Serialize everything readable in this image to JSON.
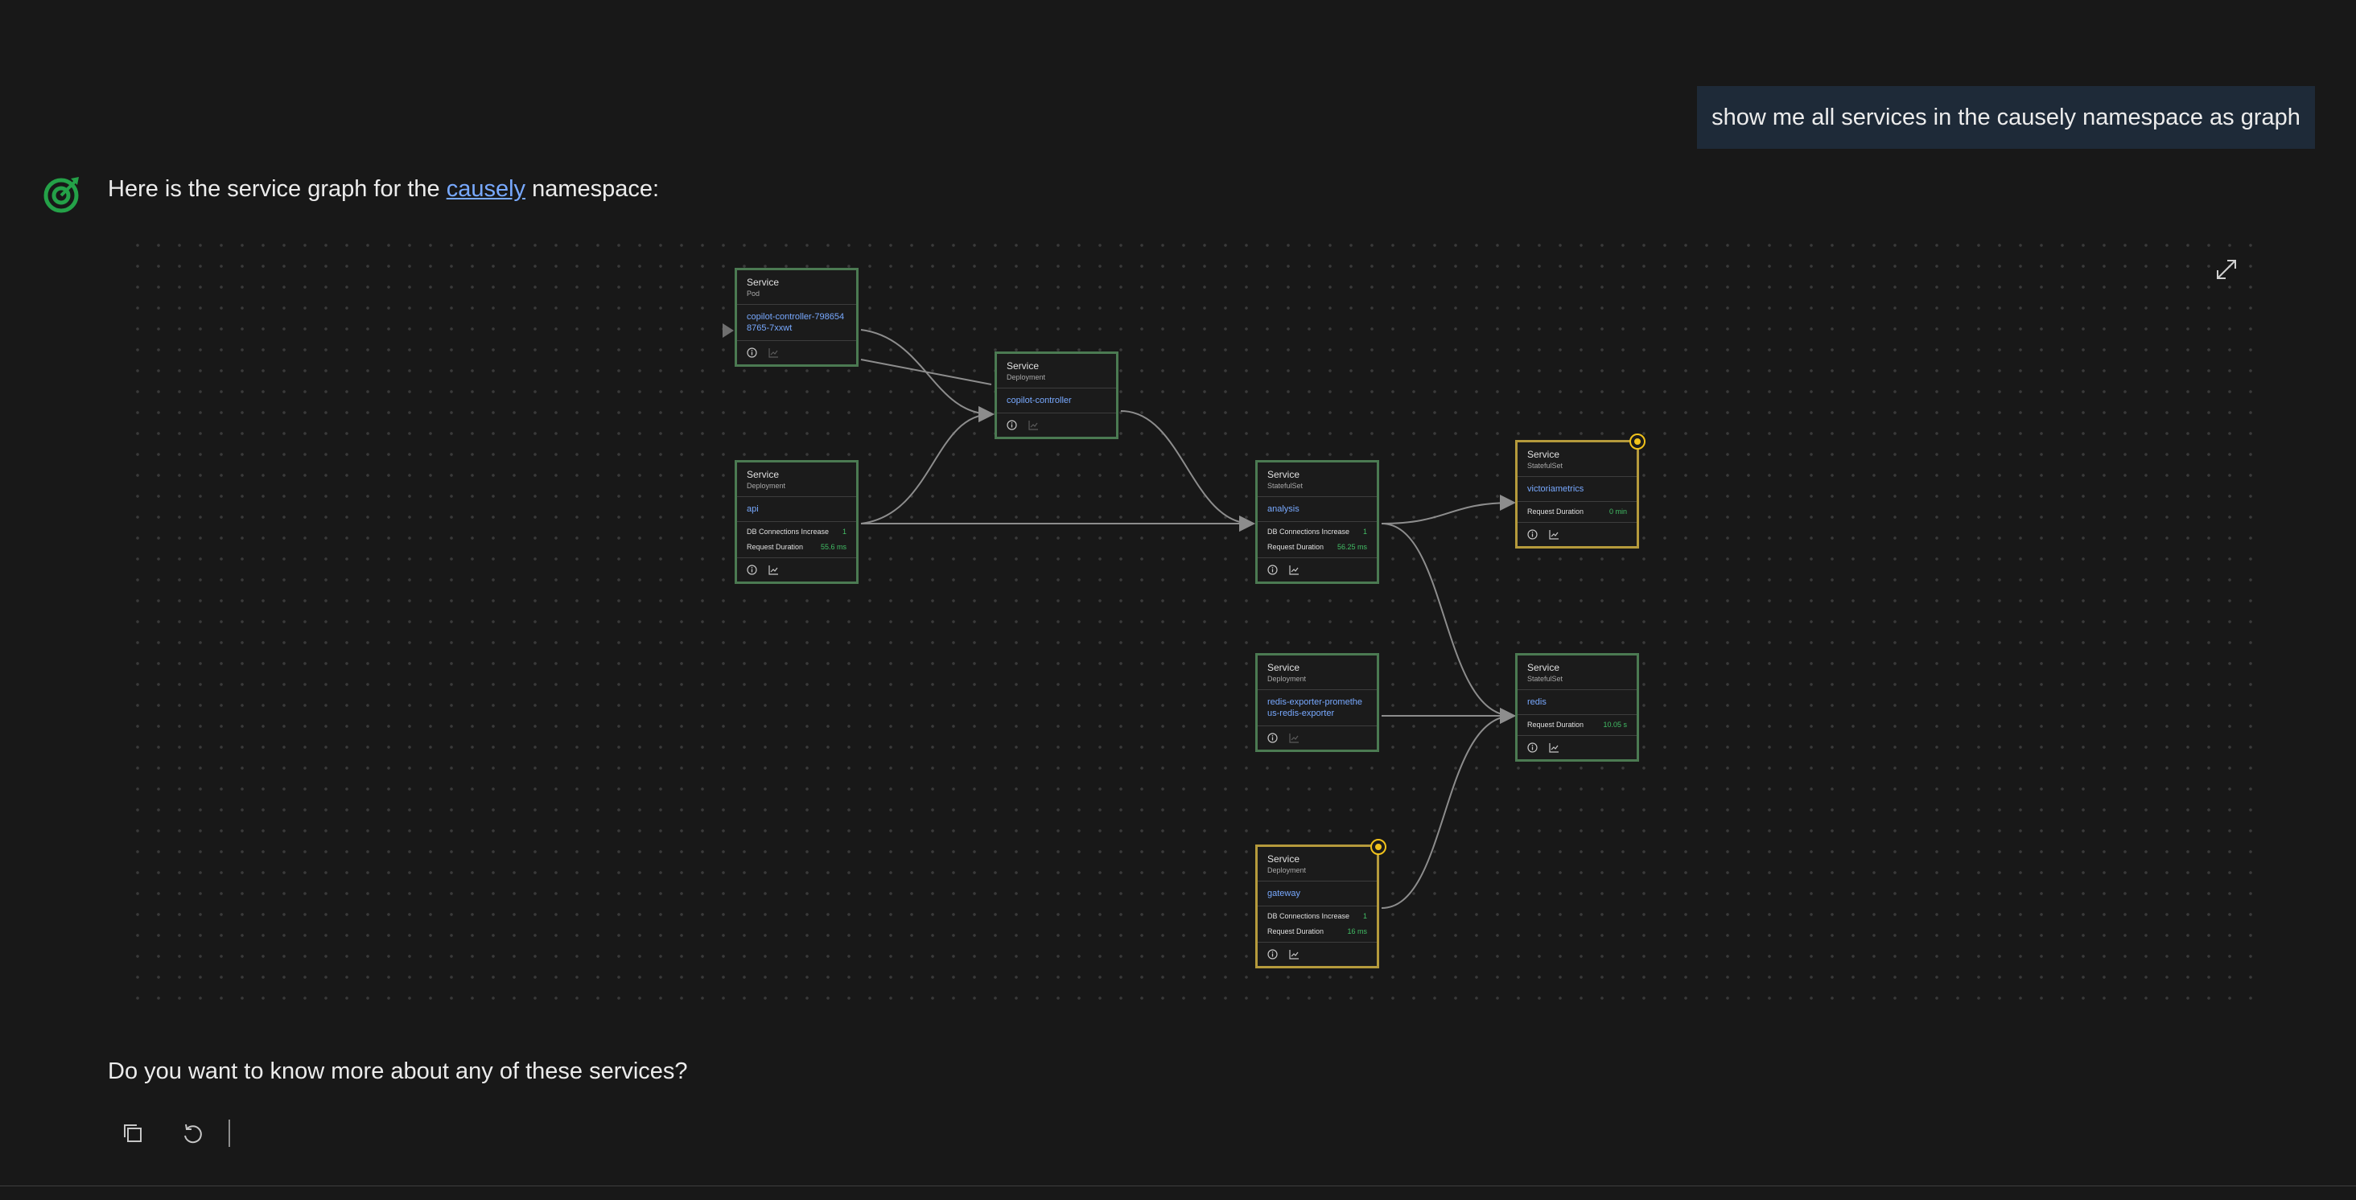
{
  "user_message": "show me all services in the causely namespace as graph",
  "assistant": {
    "intro_prefix": "Here is the service graph for the ",
    "namespace_link": "causely",
    "intro_suffix": " namespace:",
    "followup": "Do you want to know more about any of these services?"
  },
  "graph": {
    "nodes": {
      "copilot_controller_pod": {
        "kind": "Service",
        "subkind": "Pod",
        "name": "copilot-controller-7986548765-7xxwt",
        "metrics": []
      },
      "copilot_controller": {
        "kind": "Service",
        "subkind": "Deployment",
        "name": "copilot-controller",
        "metrics": []
      },
      "api": {
        "kind": "Service",
        "subkind": "Deployment",
        "name": "api",
        "metrics": [
          {
            "label": "DB Connections Increase",
            "value": "1"
          },
          {
            "label": "Request Duration",
            "value": "55.6 ms"
          }
        ]
      },
      "analysis": {
        "kind": "Service",
        "subkind": "StatefulSet",
        "name": "analysis",
        "metrics": [
          {
            "label": "DB Connections Increase",
            "value": "1"
          },
          {
            "label": "Request Duration",
            "value": "56.25 ms"
          }
        ]
      },
      "victoriametrics": {
        "kind": "Service",
        "subkind": "StatefulSet",
        "name": "victoriametrics",
        "metrics": [
          {
            "label": "Request Duration",
            "value": "0 min"
          }
        ]
      },
      "redis_exporter": {
        "kind": "Service",
        "subkind": "Deployment",
        "name": "redis-exporter-prometheus-redis-exporter",
        "metrics": []
      },
      "redis": {
        "kind": "Service",
        "subkind": "StatefulSet",
        "name": "redis",
        "metrics": [
          {
            "label": "Request Duration",
            "value": "10.05 s"
          }
        ]
      },
      "gateway": {
        "kind": "Service",
        "subkind": "Deployment",
        "name": "gateway",
        "metrics": [
          {
            "label": "DB Connections Increase",
            "value": "1"
          },
          {
            "label": "Request Duration",
            "value": "16 ms"
          }
        ]
      }
    }
  },
  "colors": {
    "background": "#181818",
    "healthy_border": "#4b7a52",
    "warning_border": "#b59a3c",
    "link": "#78a9ff",
    "metric_value": "#42be65",
    "user_bubble": "#1e2a38",
    "badge": "#f1c21b"
  },
  "icons": {
    "assistant_avatar": "target-arrow-icon",
    "expand": "expand-icon",
    "info": "info-icon",
    "chart": "chart-icon",
    "copy": "copy-icon",
    "regenerate": "regenerate-icon"
  }
}
